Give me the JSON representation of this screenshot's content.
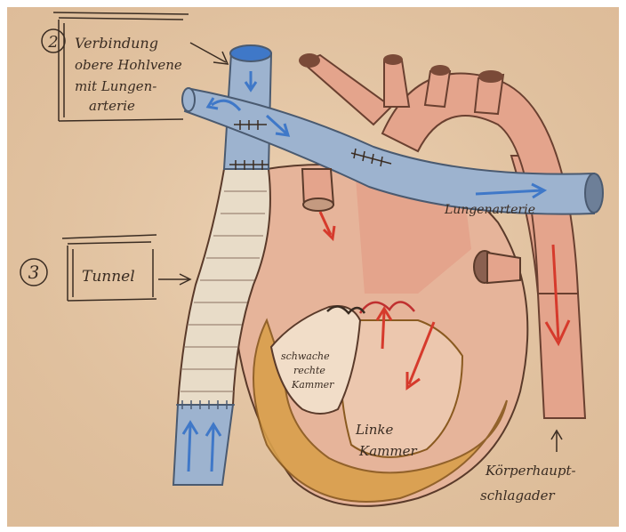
{
  "labels": {
    "num2": "2",
    "connection_l1": "Verbindung",
    "connection_l2": "obere Hohlvene",
    "connection_l3": "mit Lungen-",
    "connection_l4": "arterie",
    "num3": "3",
    "tunnel": "Tunnel",
    "pulmonary_artery": "Lungenarterie",
    "small_rv_l1": "schwache",
    "small_rv_l2": "rechte",
    "small_rv_l3": "Kammer",
    "left_ventricle_l1": "Linke",
    "left_ventricle_l2": "Kammer",
    "aorta_l1": "Körperhaupt-",
    "aorta_l2": "schlagader"
  },
  "colors": {
    "paper": "#e8cba9",
    "vessel_blue": "#9db3cf",
    "blood_blue": "#3f78c8",
    "tissue_red": "#e4a48c",
    "arrow_red": "#d63a2c",
    "muscle_orange": "#d9a04c",
    "pencil": "#3a2c22"
  }
}
